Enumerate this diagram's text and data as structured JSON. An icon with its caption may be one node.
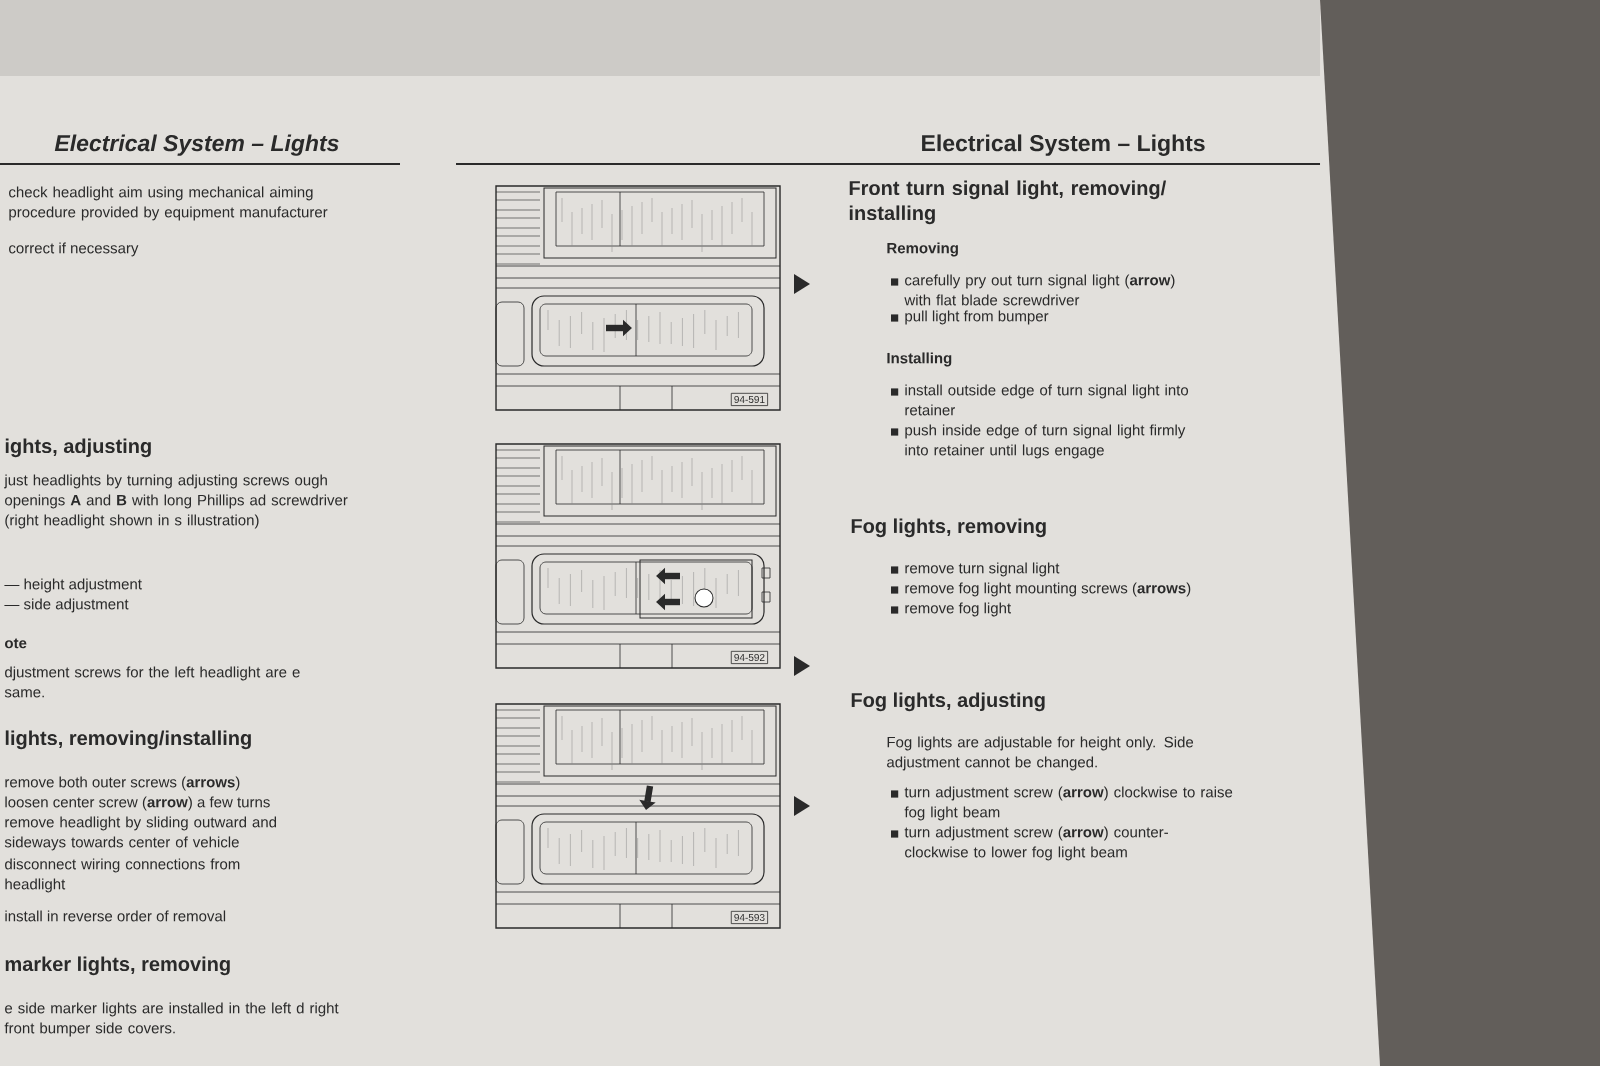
{
  "diagram": {
    "title": "Electrical System – Lights",
    "nodes": [
      {
        "text": [
          "94-591"
        ]
      },
      {
        "text": [
          "94-592"
        ]
      },
      {
        "text": [
          "94-593"
        ]
      }
    ],
    "labels": [
      "Electrical System – Lights",
      "check headlight aim using mechanical aiming procedure provided by equipment manufacturer",
      "correct if necessary",
      "ights, adjusting",
      "just headlights by turning adjusting screws ough openings **A** and **B** with long Phillips ad screwdriver (right headlight shown in s illustration)",
      "— height adjustment",
      "— side adjustment",
      "ote",
      "djustment screws for the left headlight are e same.",
      "lights, removing/installing",
      "remove both outer screws (**arrows**)",
      "loosen center screw (**arrow**) a few turns",
      "remove headlight by sliding outward and sideways towards center of vehicle",
      "disconnect wiring connections from headlight",
      "install in reverse order of removal",
      "marker lights, removing",
      "e side marker lights are installed in the left d right front bumper side covers.",
      "Front turn signal light, removing/ installing",
      "Removing",
      "carefully pry out turn signal light (**arrow**) with flat blade screwdriver",
      "pull light from bumper",
      "Installing",
      "install outside edge of turn signal light into retainer",
      "push inside edge of turn signal light firmly into retainer until lugs engage",
      "Fog lights, removing",
      "remove turn signal light",
      "remove fog light mounting screws (**arrows**)",
      "remove fog light",
      "Fog lights, adjusting",
      "Fog lights are adjustable for height only. Side adjustment cannot be changed.",
      "turn adjustment screw (**arrow**) clockwise to raise fog light beam",
      "turn adjustment screw (**arrow**) counter-clockwise to lower fog light beam"
    ]
  }
}
